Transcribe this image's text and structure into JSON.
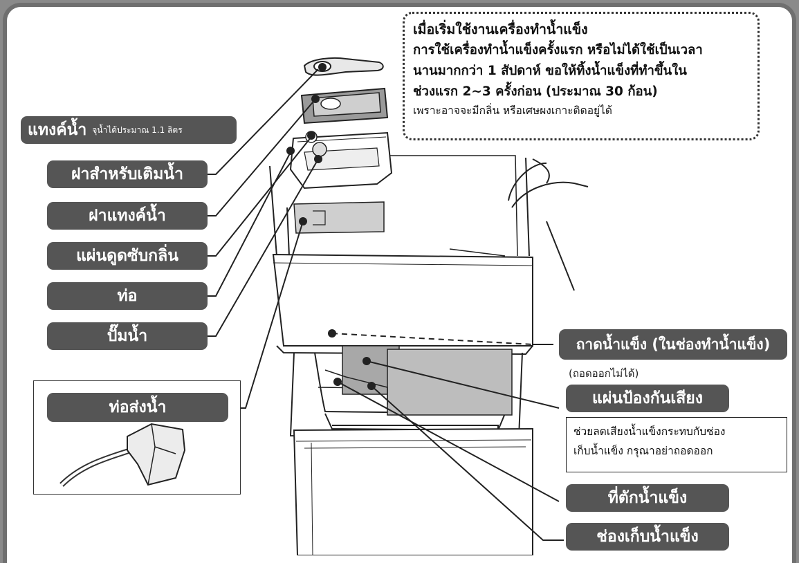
{
  "note": {
    "title": "เมื่อเริ่มใช้งานเครื่องทำน้ำแข็ง",
    "lines": [
      "การใช้เครื่องทำน้ำแข็งครั้งแรก หรือไม่ได้ใช้เป็นเวลา",
      "นานมากกว่า 1 สัปดาห์ ขอให้ทิ้งน้ำแข็งที่ทำขึ้นใน",
      "ช่วงแรก 2~3 ครั้งก่อน (ประมาณ 30 ก้อน)"
    ],
    "footnote": "เพราะอาจจะมีกลิ่น หรือเศษผงเกาะติดอยู่ได้"
  },
  "labels": {
    "tank": "แทงค์น้ำ",
    "tank_capacity": "จุน้ำได้ประมาณ 1.1 ลิตร",
    "refill_lid": "ฝาสำหรับเติมน้ำ",
    "tank_lid": "ฝาแทงค์น้ำ",
    "deodorizer": "แผ่นดูดซับกลิ่น",
    "pipe": "ท่อ",
    "pump": "ปั๊มน้ำ",
    "feed_pipe": "ท่อส่งน้ำ",
    "ice_tray": "ถาดน้ำแข็ง (ในช่องทำน้ำแข็ง)",
    "ice_tray_note": "(ถอดออกไม่ได้)",
    "damper": "แผ่นป้องกันเสียง",
    "damper_note_1": "ช่วยลดเสียงน้ำแข็งกระทบกับช่อง",
    "damper_note_2": "เก็บน้ำแข็ง กรุณาอย่าถอดออก",
    "scoop": "ที่ตักน้ำแข็ง",
    "bin": "ช่องเก็บน้ำแข็ง"
  },
  "colors": {
    "label_bg": "#555555",
    "frame": "#6f6f6f",
    "outer": "#8a8a8a"
  }
}
